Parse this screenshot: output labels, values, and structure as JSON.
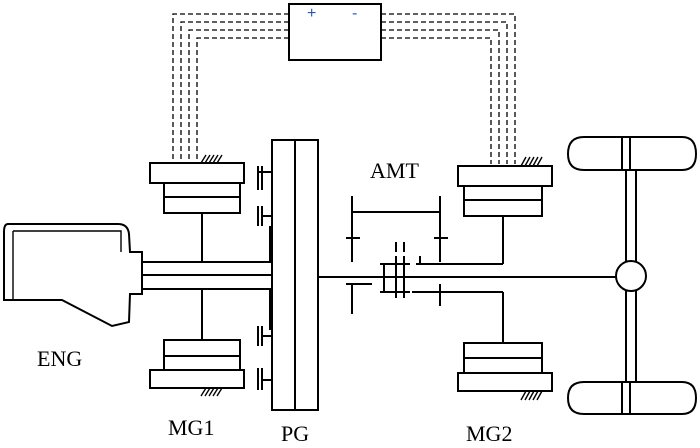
{
  "labels": {
    "eng": "ENG",
    "mg1": "MG1",
    "pg": "PG",
    "amt": "AMT",
    "mg2": "MG2"
  },
  "battery": {
    "plus": "+",
    "minus": "-"
  },
  "colors": {
    "line": "#000000",
    "terminal": "#2a58b8"
  }
}
